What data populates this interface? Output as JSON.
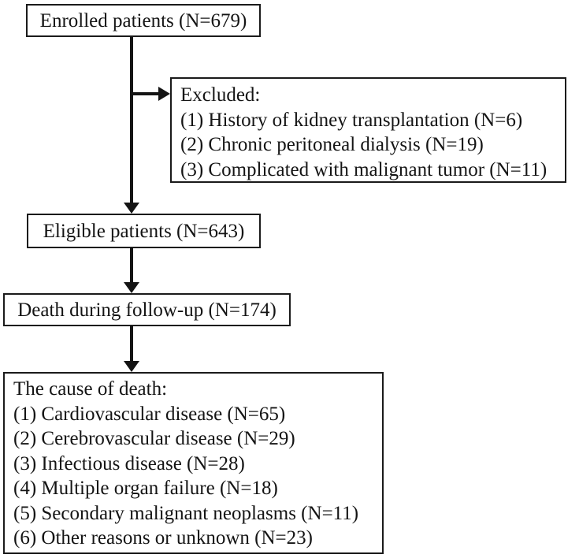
{
  "figure": {
    "type": "flowchart",
    "colors": {
      "background": "#ffffff",
      "border": "#1a1a1a",
      "text": "#141414",
      "arrow": "#141414"
    }
  },
  "boxes": {
    "enrolled": {
      "label": "Enrolled patients (N=679)"
    },
    "excluded": {
      "lines": [
        "Excluded:",
        "(1) History of kidney transplantation (N=6)",
        "(2) Chronic peritoneal dialysis (N=19)",
        "(3) Complicated with malignant tumor (N=11)"
      ]
    },
    "eligible": {
      "label": "Eligible patients (N=643)"
    },
    "death": {
      "label": "Death during follow-up (N=174)"
    },
    "cause": {
      "lines": [
        "The cause of death:",
        "(1) Cardiovascular disease (N=65)",
        "(2) Cerebrovascular disease (N=29)",
        "(3) Infectious disease (N=28)",
        "(4) Multiple organ failure (N=18)",
        "(5) Secondary malignant neoplasms (N=11)",
        "(6) Other reasons or unknown (N=23)"
      ]
    }
  }
}
